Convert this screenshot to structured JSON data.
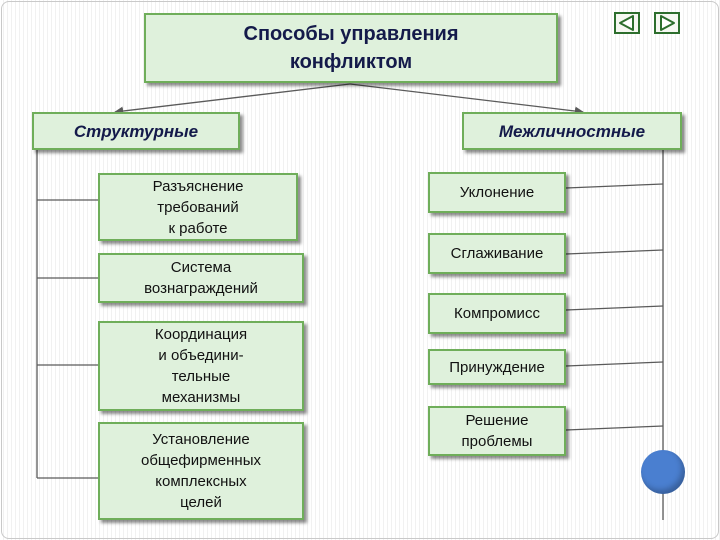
{
  "title": "Способы управления\nконфликтом",
  "categories": {
    "structural": "Структурные",
    "interpersonal": "Межличностные"
  },
  "structural_methods": [
    "Разъяснение\nтребований\nк работе",
    "Система\nвознаграждений",
    "Координация\nи объедини-\nтельные\nмеханизмы",
    "Установление\nобщефирменных\nкомплексных\nцелей"
  ],
  "interpersonal_methods": [
    "Уклонение",
    "Сглаживание",
    "Компромисс",
    "Принуждение",
    "Решение\nпроблемы"
  ],
  "nav": {
    "prev_icon": "triangle-left-icon",
    "next_icon": "triangle-right-icon"
  },
  "colors": {
    "box_fill": "#dff1dc",
    "box_border": "#6fae5a",
    "title_text": "#141a4a",
    "nav_green": "#2d6e2d",
    "circle_blue": "#4a7fd0"
  }
}
